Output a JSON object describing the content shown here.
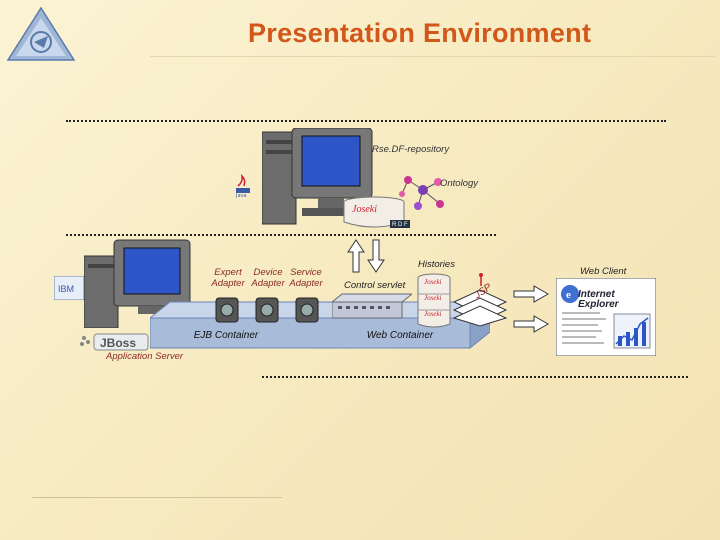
{
  "title": "Presentation Environment",
  "repository": {
    "label": "Rse.DF-repository",
    "ontology_label": "Ontology",
    "joseki_label": "Joseki",
    "rdf_label": "R D F"
  },
  "server": {
    "adapters": [
      {
        "line1": "Expert",
        "line2": "Adapter"
      },
      {
        "line1": "Device",
        "line2": "Adapter"
      },
      {
        "line1": "Service",
        "line2": "Adapter"
      }
    ],
    "control_servlet": "Control servlet",
    "histories_label": "Histories",
    "ejb_container": "EJB Container",
    "web_container": "Web Container",
    "app_server_label": "Application Server",
    "jsp_label": "JSP",
    "history_doc_label": "Joseki"
  },
  "client": {
    "label": "Web Client",
    "browser_name": "Internet Explorer"
  },
  "colors": {
    "title": "#d2571a",
    "container_fill": "#a8bcd9",
    "adapter_label": "#8b2a2a"
  }
}
